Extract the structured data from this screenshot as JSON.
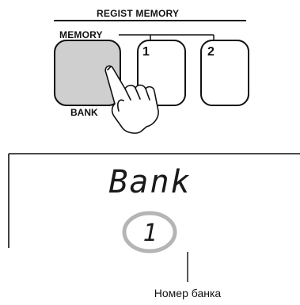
{
  "panel": {
    "regist_memory_label": "REGIST  MEMORY",
    "memory_label": "MEMORY",
    "bank_label": "BANK",
    "button_1_label": "1",
    "button_2_label": "2"
  },
  "display": {
    "text": "Bank",
    "bank_number": "1"
  },
  "callout": {
    "label": "Номер банка"
  },
  "colors": {
    "bank_button_fill": "#cfcfcf",
    "number_ring": "#b5b5b5",
    "stroke": "#111111"
  }
}
